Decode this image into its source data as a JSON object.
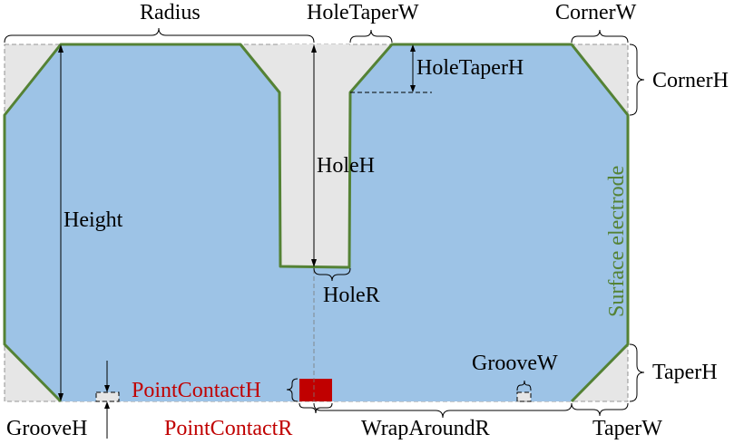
{
  "labels": {
    "radius": "Radius",
    "hole_taper_w": "HoleTaperW",
    "corner_w": "CornerW",
    "hole_taper_h": "HoleTaperH",
    "corner_h": "CornerH",
    "hole_h": "HoleH",
    "height": "Height",
    "surface_electrode": "Surface electrode",
    "hole_r": "HoleR",
    "groove_w": "GrooveW",
    "taper_h": "TaperH",
    "point_contact_h": "PointContactH",
    "groove_h": "GrooveH",
    "point_contact_r": "PointContactR",
    "wrap_around_r": "WrapAroundR",
    "taper_w": "TaperW"
  },
  "colors": {
    "body_fill": "#9dc3e6",
    "cut_fill": "#e6e6e6",
    "electrode": "#548235",
    "point_contact": "#c00000"
  }
}
